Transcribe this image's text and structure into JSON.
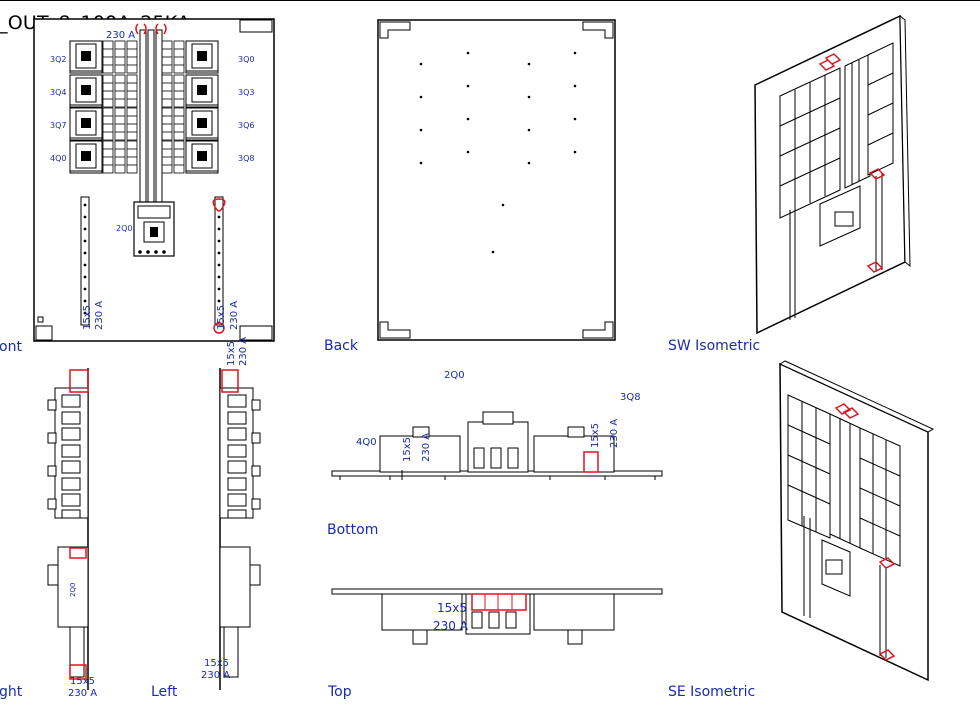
{
  "drawing": {
    "title": "_OUT_8_100A_25KA"
  },
  "views": {
    "front": "ont",
    "back": "Back",
    "sw_iso": "SW Isometric",
    "right": "ght",
    "left": "Left",
    "bottom": "Bottom",
    "top": "Top",
    "se_iso": "SE Isometric"
  },
  "tags": {
    "q2": "3Q2",
    "q4": "3Q4",
    "q7": "3Q7",
    "q40": "4Q0",
    "q30": "3Q0",
    "q3": "3Q3",
    "q6": "3Q6",
    "q8": "3Q8",
    "q20": "2Q0",
    "q20_bottom": "2Q0",
    "q8_bottom": "3Q8",
    "q40_bottom": "4Q0"
  },
  "ratings": {
    "bus_top": "230 A",
    "bar": "15x5",
    "amp": "230 A",
    "right_combo": "15x5",
    "right_amp": "230 A",
    "left_combo": "15x5",
    "left_amp": "230 A",
    "top_bar": "15x5",
    "top_amp": "230 A"
  },
  "colors": {
    "line": "#000000",
    "annot": "#1a2ca8",
    "busbar": "#e0141e"
  }
}
